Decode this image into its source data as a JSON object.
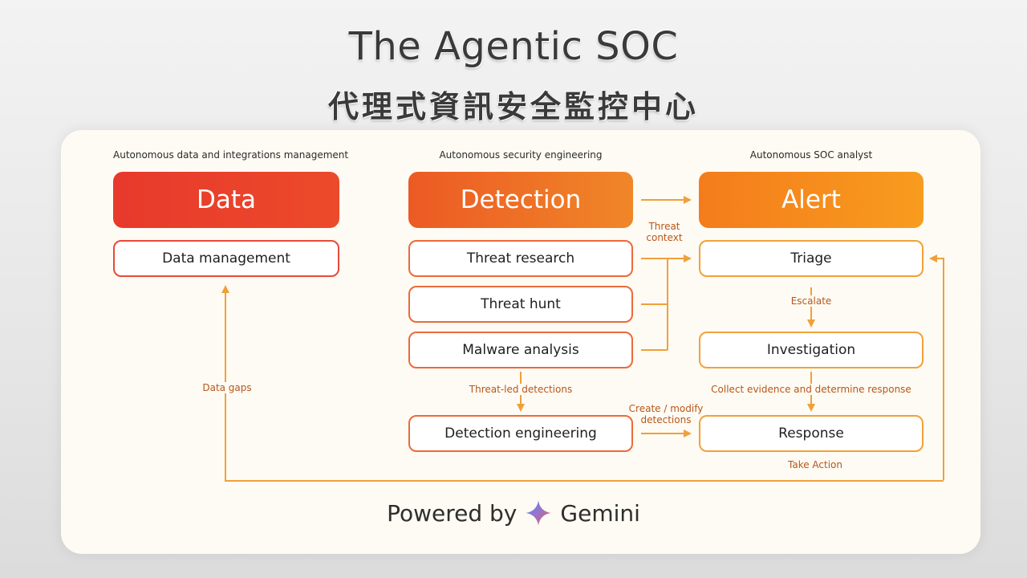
{
  "title": "The Agentic SOC",
  "subtitle": "代理式資訊安全監控中心",
  "columns": {
    "data": {
      "caption": "Autonomous data and integrations management",
      "header": "Data",
      "items": [
        "Data management"
      ]
    },
    "detection": {
      "caption": "Autonomous security engineering",
      "header": "Detection",
      "items": [
        "Threat research",
        "Threat hunt",
        "Malware analysis",
        "Detection engineering"
      ]
    },
    "alert": {
      "caption": "Autonomous SOC analyst",
      "header": "Alert",
      "items": [
        "Triage",
        "Investigation",
        "Response"
      ]
    }
  },
  "edge_labels": {
    "threat_context": "Threat context",
    "escalate": "Escalate",
    "threat_led": "Threat-led detections",
    "collect": "Collect evidence and determine response",
    "create_modify": "Create / modify detections",
    "take_action": "Take Action",
    "data_gaps": "Data gaps"
  },
  "footer": {
    "powered_by": "Powered by",
    "brand": "Gemini"
  },
  "colors": {
    "red": "#e7392c",
    "orange": "#ec5a24",
    "amber": "#f89c1e",
    "arrow": "#f0a03a",
    "panel": "#fdfbf3"
  }
}
